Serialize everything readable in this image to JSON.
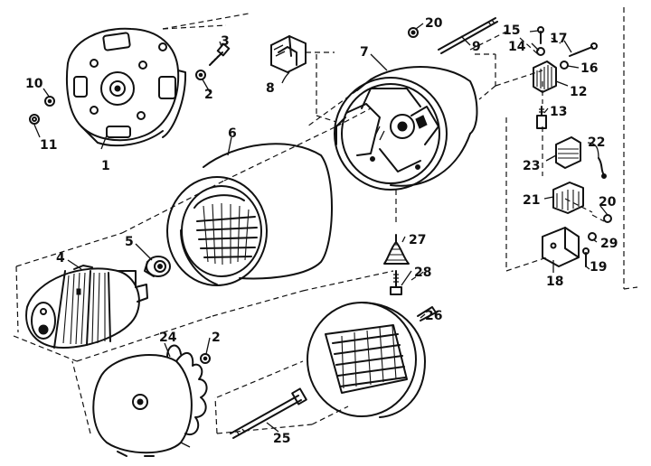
{
  "diagram": {
    "callouts": [
      {
        "id": "c1",
        "text": "1"
      },
      {
        "id": "c2a",
        "text": "2"
      },
      {
        "id": "c2b",
        "text": "2"
      },
      {
        "id": "c3",
        "text": "3"
      },
      {
        "id": "c4",
        "text": "4"
      },
      {
        "id": "c5",
        "text": "5"
      },
      {
        "id": "c6",
        "text": "6"
      },
      {
        "id": "c7",
        "text": "7"
      },
      {
        "id": "c8",
        "text": "8"
      },
      {
        "id": "c9",
        "text": "9"
      },
      {
        "id": "c10",
        "text": "10"
      },
      {
        "id": "c11",
        "text": "11"
      },
      {
        "id": "c12",
        "text": "12"
      },
      {
        "id": "c13",
        "text": "13"
      },
      {
        "id": "c14",
        "text": "14"
      },
      {
        "id": "c15",
        "text": "15"
      },
      {
        "id": "c16",
        "text": "16"
      },
      {
        "id": "c17",
        "text": "17"
      },
      {
        "id": "c18",
        "text": "18"
      },
      {
        "id": "c19",
        "text": "19"
      },
      {
        "id": "c20a",
        "text": "20"
      },
      {
        "id": "c20b",
        "text": "20"
      },
      {
        "id": "c21",
        "text": "21"
      },
      {
        "id": "c22",
        "text": "22"
      },
      {
        "id": "c23",
        "text": "23"
      },
      {
        "id": "c24",
        "text": "24"
      },
      {
        "id": "c25",
        "text": "25"
      },
      {
        "id": "c26",
        "text": "26"
      },
      {
        "id": "c27",
        "text": "27"
      },
      {
        "id": "c28",
        "text": "28"
      },
      {
        "id": "c29",
        "text": "29"
      }
    ]
  }
}
